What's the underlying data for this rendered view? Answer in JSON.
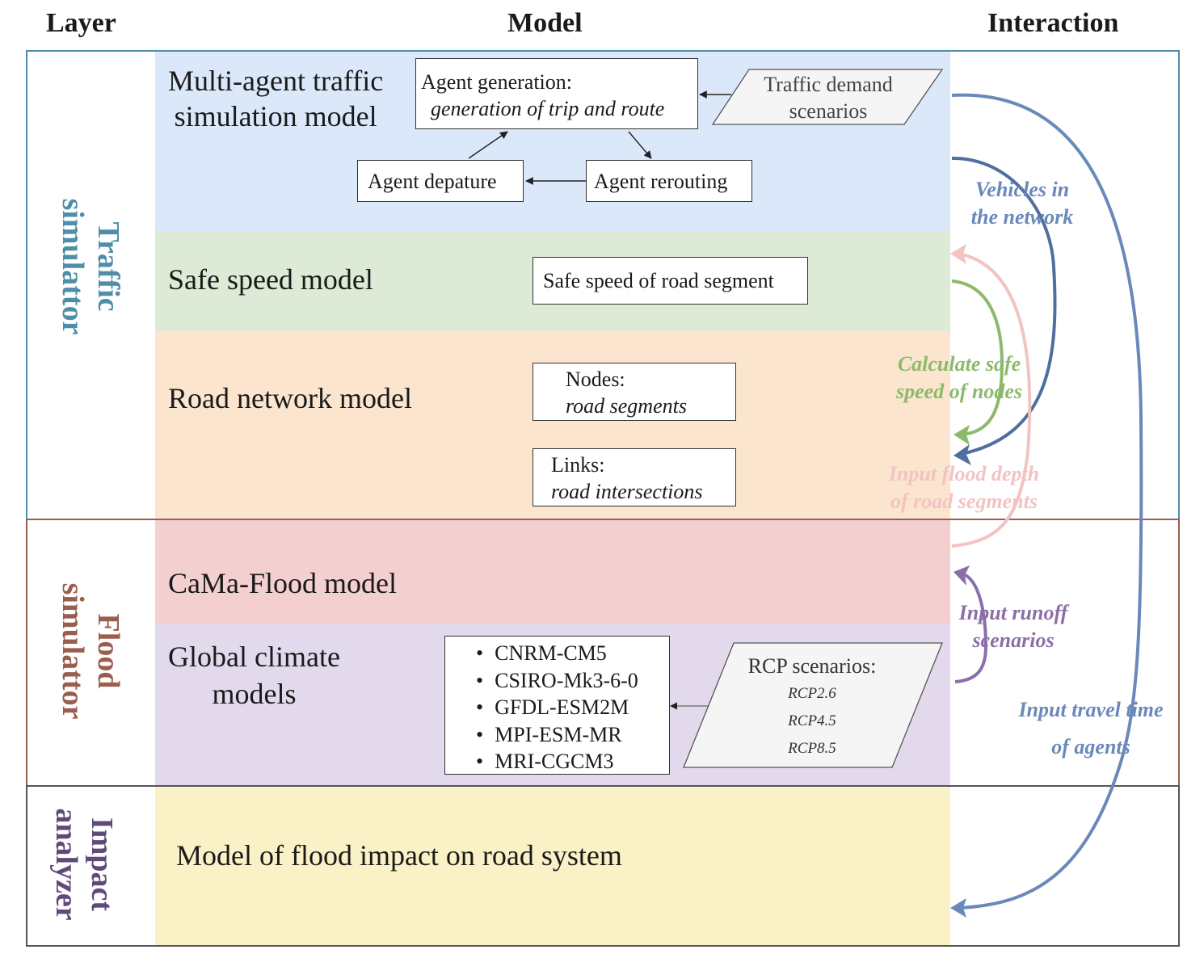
{
  "headers": {
    "layer": "Layer",
    "model": "Model",
    "interaction": "Interaction"
  },
  "layers": {
    "traffic": {
      "line1": "Traffic",
      "line2": "simulattor"
    },
    "flood": {
      "line1": "Flood",
      "line2": "simulattor"
    },
    "impact": {
      "line1": "Impact",
      "line2": "analyzer"
    }
  },
  "models": {
    "multi_agent": {
      "line1": "Multi-agent traffic",
      "line2": "simulation model",
      "agent_generation": {
        "label": "Agent generation:",
        "detail": "generation of trip and route"
      },
      "traffic_demand": {
        "line1": "Traffic demand",
        "line2": "scenarios"
      },
      "agent_departure": "Agent depature",
      "agent_rerouting": "Agent rerouting"
    },
    "safe_speed": {
      "title": "Safe speed model",
      "box": "Safe speed of road segment"
    },
    "road_network": {
      "title": "Road network model",
      "nodes": {
        "label": "Nodes:",
        "detail": "road segments"
      },
      "links": {
        "label": "Links:",
        "detail": "road intersections"
      }
    },
    "cama_flood": {
      "title": "CaMa-Flood model"
    },
    "global_climate": {
      "line1": "Global climate",
      "line2": "models",
      "gcms": [
        "CNRM-CM5",
        "CSIRO-Mk3-6-0",
        "GFDL-ESM2M",
        "MPI-ESM-MR",
        "MRI-CGCM3"
      ],
      "rcp": {
        "label": "RCP scenarios:",
        "items": [
          "RCP2.6",
          "RCP4.5",
          "RCP8.5"
        ]
      }
    },
    "impact": {
      "title": "Model of flood impact on road system"
    }
  },
  "interactions": {
    "vehicles": {
      "line1": "Vehicles in",
      "line2": "the network"
    },
    "calc_safe_speed": {
      "line1": "Calculate safe",
      "line2": "speed of nodes"
    },
    "flood_depth": {
      "line1": "Input flood depth",
      "line2": "of road segments"
    },
    "runoff": {
      "line1": "Input runoff",
      "line2": "scenarios"
    },
    "travel_time": {
      "line1": "Input travel time",
      "line2": "of agents"
    }
  },
  "colors": {
    "band_multi_agent": "#dbe8fa",
    "band_safe_speed": "#dcead6",
    "band_road_network": "#fbe5ce",
    "band_cama": "#f4cfcf",
    "band_climate": "#e3d9ec",
    "band_impact": "#fbf1c6",
    "traffic_layer": "#4f8ea8",
    "flood_layer": "#9a5e4e",
    "impact_layer": "#5f4a78",
    "arrow_vehicles": "#6a89bb",
    "arrow_safe_speed": "#8cba6a",
    "arrow_flood_depth": "#f3c3c3",
    "arrow_runoff": "#8b6fa8",
    "arrow_travel_time": "#6a89bb"
  }
}
